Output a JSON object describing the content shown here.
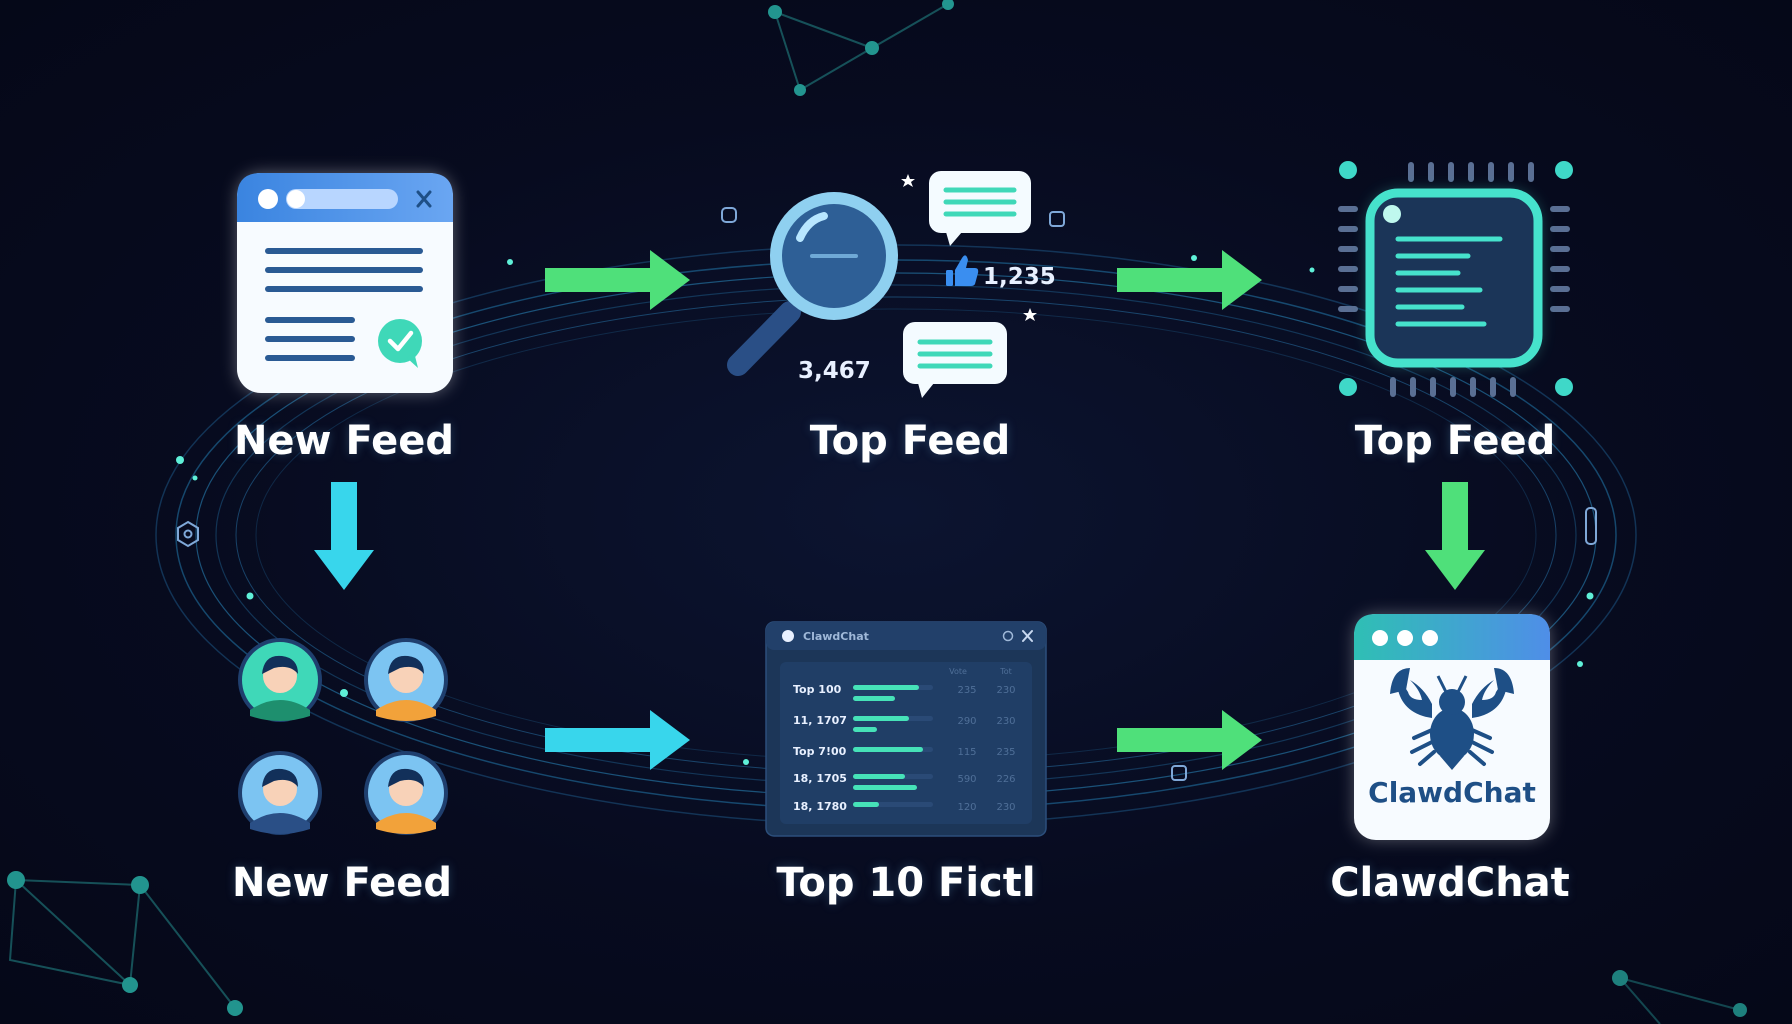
{
  "nodes": {
    "new_feed_top": {
      "label": "New Feed"
    },
    "top_feed_search": {
      "label": "Top Feed"
    },
    "top_feed_chip": {
      "label": "Top Feed"
    },
    "new_feed_users": {
      "label": "New Feed"
    },
    "top10": {
      "label": "Top 10 Fictl"
    },
    "clawdchat": {
      "label": "ClawdChat"
    }
  },
  "stats": {
    "likes": "1,235",
    "count": "3,467"
  },
  "panel": {
    "title": "ClawdChat",
    "col_a": "Vote",
    "col_b": "Tot",
    "rows": [
      {
        "name": "Top 100",
        "a": "235",
        "b": "230"
      },
      {
        "name": "11, 1707",
        "a": "290",
        "b": "230"
      },
      {
        "name": "Top 7!00",
        "a": "115",
        "b": "235"
      },
      {
        "name": "18, 1705",
        "a": "590",
        "b": "226"
      },
      {
        "name": "18, 1780",
        "a": "120",
        "b": "230"
      }
    ]
  },
  "app": {
    "brand": "ClawdChat"
  },
  "colors": {
    "arrow_green": "#4fe07a",
    "arrow_cyan": "#38d6ec",
    "teal": "#3fd8b8",
    "navy": "#1e4f86",
    "card_bg": "#f7fbff"
  }
}
